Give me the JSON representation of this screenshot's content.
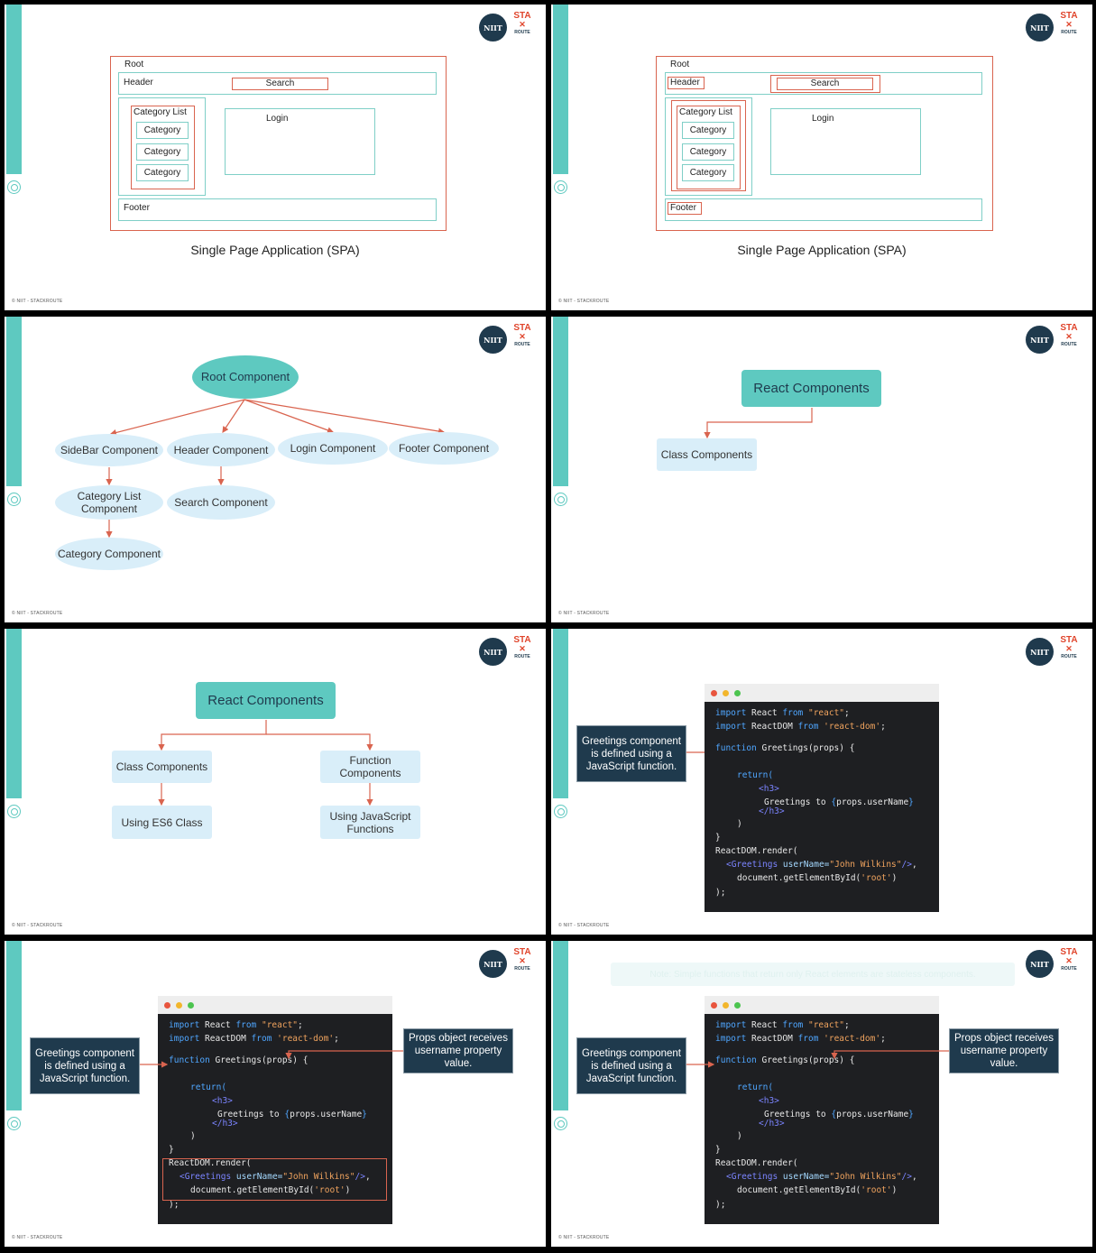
{
  "footer": "© NIIT - STACKROUTE",
  "logo": {
    "niit": "NIIT",
    "sta": "STA",
    "route": "ROUTE"
  },
  "spa": {
    "root": "Root",
    "header": "Header",
    "search": "Search",
    "category_list": "Category List",
    "category": "Category",
    "login": "Login",
    "footer": "Footer",
    "caption": "Single Page Application (SPA)"
  },
  "tree": {
    "root": "Root Component",
    "sidebar": "SideBar Component",
    "header": "Header Component",
    "login": "Login Component",
    "footer": "Footer Component",
    "category_list": "Category List Component",
    "search": "Search Component",
    "category": "Category Component"
  },
  "components": {
    "title": "React Components",
    "class": "Class Components",
    "function": "Function Components",
    "es6": "Using ES6 Class",
    "js": "Using JavaScript Functions"
  },
  "code_slide": {
    "greetings_note": "Greetings component is defined using a JavaScript function.",
    "props_note": "Props object receives username property value.",
    "faded_note": "Note: Simple functions that return only React elements are stateless components."
  },
  "code": {
    "l1a": "import",
    "l1b": " React ",
    "l1c": "from",
    "l1d": " \"react\"",
    "l1e": ";",
    "l2a": "import",
    "l2b": " ReactDOM ",
    "l2c": "from",
    "l2d": " 'react-dom'",
    "l2e": ";",
    "l3a": "function",
    "l3b": " Greetings(props) {",
    "l4": "return(",
    "l5": "<h3>",
    "l6a": "Greetings to ",
    "l6b": "{",
    "l6c": "props.userName",
    "l6d": "}",
    "l7": "</h3>",
    "l8": ")",
    "l9": "}",
    "l10": "ReactDOM.render(",
    "l11a": "<Greetings",
    "l11b": " userName=",
    "l11c": "\"John Wilkins\"",
    "l11d": "/>",
    "l11e": ",",
    "l12a": "document.getElementById(",
    "l12b": "'root'",
    "l12c": ")",
    "l13": ");"
  },
  "colors": {
    "teal": "#5ec9c0",
    "navy": "#1f3a4d",
    "accent": "#d9644f",
    "light_blue": "#d9eef9"
  }
}
